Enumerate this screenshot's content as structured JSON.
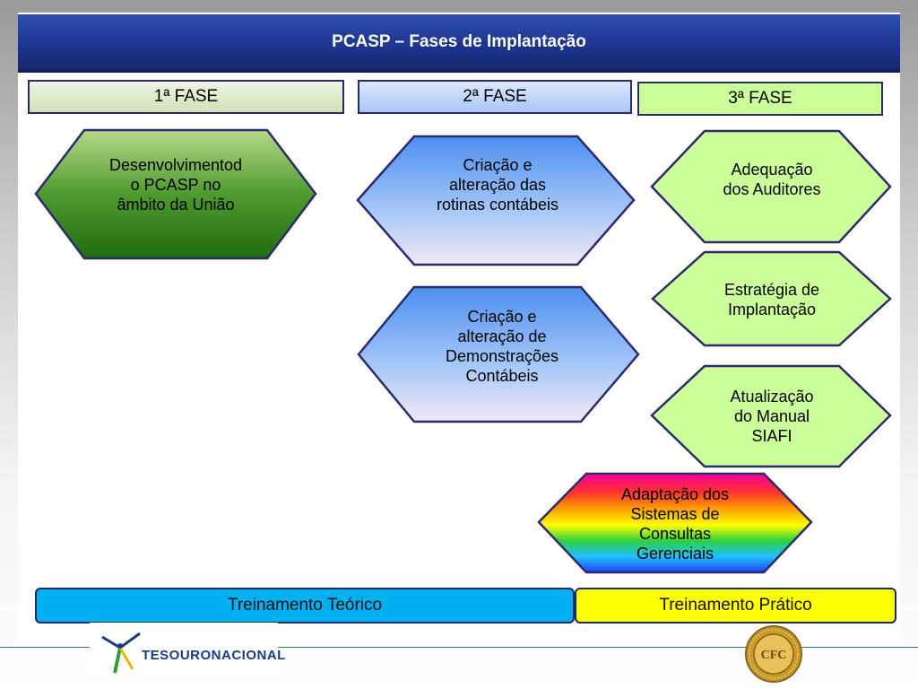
{
  "title": "PCASP – Fases de Implantação",
  "phases": {
    "phase1": "1ª FASE",
    "phase2": "2ª FASE",
    "phase3": "3ª FASE"
  },
  "nodes": {
    "desenvolvimento": "Desenvolvimentod o PCASP no âmbito da União",
    "rotinas": "Criação e alteração das rotinas contábeis",
    "demonstracoes": "Criação e alteração de Demonstrações Contábeis",
    "auditores": "Adequação dos Auditores",
    "estrategia": "Estratégia de Implantação",
    "manual": "Atualização do Manual SIAFI",
    "sistemas": "Adaptação dos Sistemas de Consultas Gerenciais"
  },
  "node_lines": {
    "desenvolvimento": [
      "Desenvolvimentod",
      "o PCASP no",
      "âmbito da União"
    ],
    "rotinas": [
      "Criação e",
      "alteração das",
      "rotinas contábeis"
    ],
    "demonstracoes": [
      "Criação e",
      "alteração de",
      "Demonstrações",
      "Contábeis"
    ],
    "auditores": [
      "Adequação",
      "dos Auditores"
    ],
    "estrategia": [
      "Estratégia de",
      "Implantação"
    ],
    "manual": [
      "Atualização",
      "do Manual",
      "SIAFI"
    ],
    "sistemas": [
      "Adaptação dos",
      "Sistemas de",
      "Consultas",
      "Gerenciais"
    ]
  },
  "training": {
    "theory": "Treinamento Teórico",
    "practice": "Treinamento Prático"
  },
  "footer": {
    "logo_text": "TESOURONACIONAL",
    "seal_text": "CFC"
  },
  "colors": {
    "title_bar": "#1d3591",
    "phase1_fill": "#cfe3b6",
    "phase2_fill": "#a9c6f5",
    "phase3_fill": "#ccff99",
    "green_hex": "#2e7d20",
    "blue_hex": "#5b9cf5",
    "light_green_hex": "#ccff99",
    "theory_fill": "#00b0f0",
    "practice_fill": "#ffff00"
  }
}
